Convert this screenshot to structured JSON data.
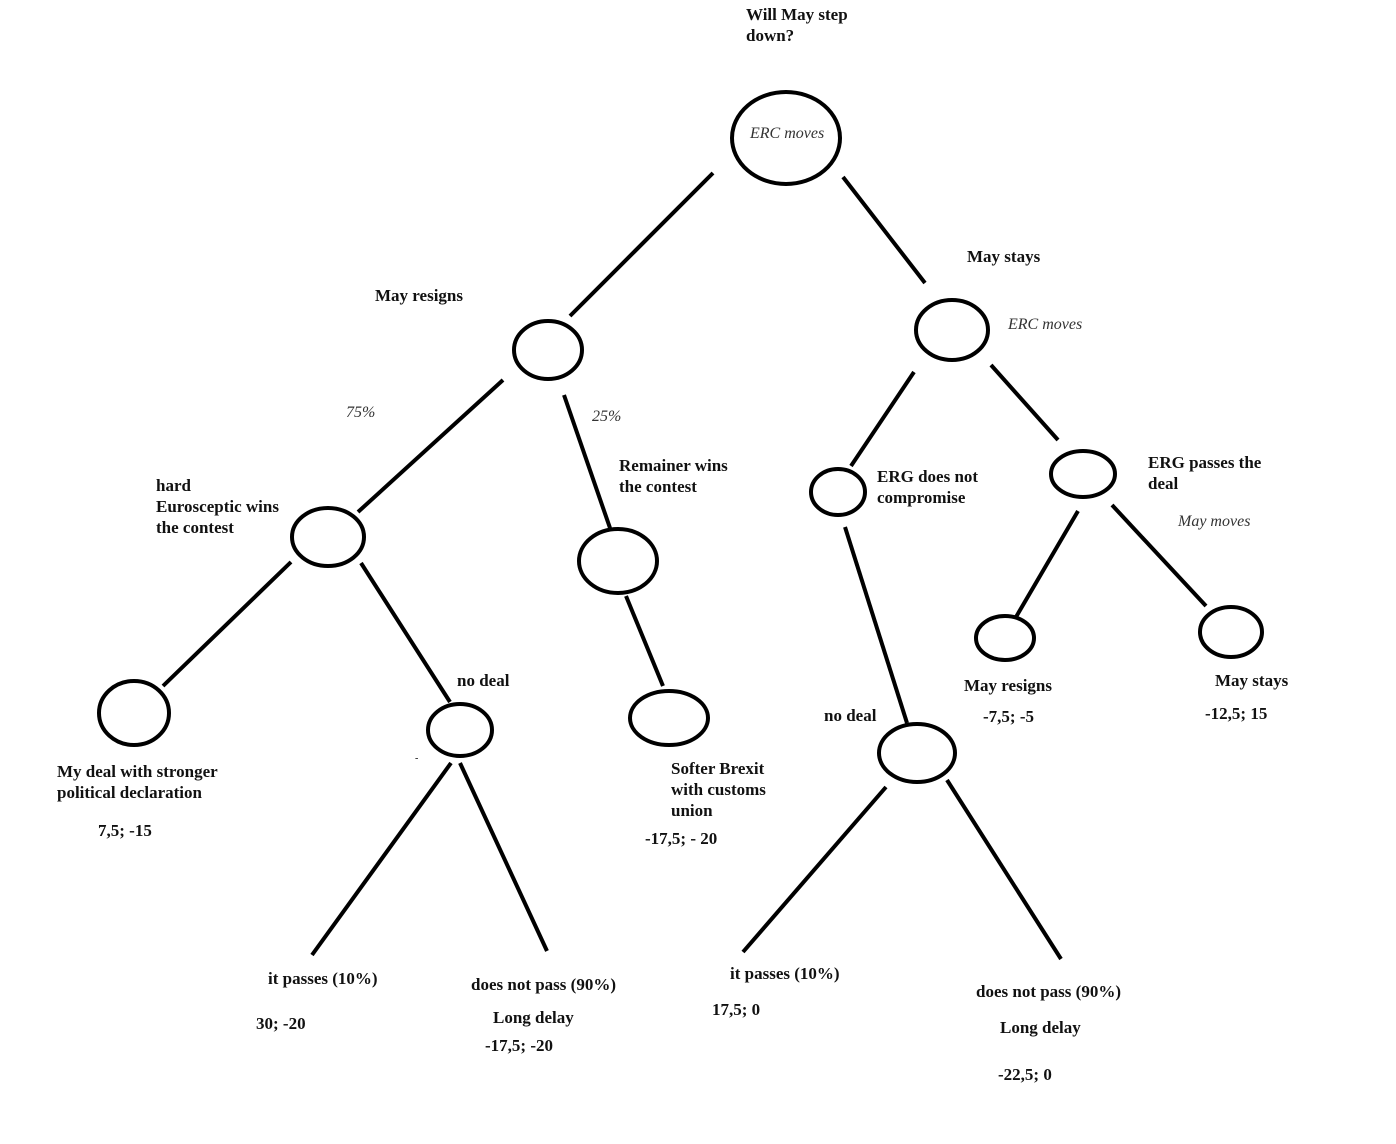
{
  "title_question": [
    "Will May step",
    "down?"
  ],
  "root_mover": "ERC moves",
  "left_branch": "May resigns",
  "right_branch": "May stays",
  "right_mover": "ERC moves",
  "prob_left": "75%",
  "prob_right": "25%",
  "hard_label": [
    "hard",
    "Eurosceptic wins",
    "the contest"
  ],
  "remainer_label": [
    "Remainer wins",
    "the contest"
  ],
  "erg_no_label": [
    "ERG does not",
    "compromise"
  ],
  "erg_pass_label": [
    "ERG passes the",
    "deal"
  ],
  "may_moves": "May moves",
  "my_deal_label": [
    "My deal with stronger",
    "political declaration"
  ],
  "my_deal_payoff": "7,5; -15",
  "no_deal_left": "no deal",
  "stray_mark": "-",
  "softer_label": [
    "Softer  Brexit",
    "with customs",
    "union"
  ],
  "softer_payoff": "-17,5; - 20",
  "no_deal_right": "no deal",
  "may_resigns_leaf": "May resigns",
  "may_resigns_payoff": "-7,5; -5",
  "may_stays_leaf": "May stays",
  "may_stays_payoff": "-12,5; 15",
  "left_passes": "it passes (10%)",
  "left_passes_payoff": "30; -20",
  "left_not_pass": "does not pass (90%)",
  "left_delay": "Long delay",
  "left_delay_payoff": "-17,5; -20",
  "right_passes": "it passes (10%)",
  "right_passes_payoff": "17,5; 0",
  "right_not_pass": "does not pass (90%)",
  "right_delay": "Long delay",
  "right_delay_payoff": "-22,5; 0"
}
